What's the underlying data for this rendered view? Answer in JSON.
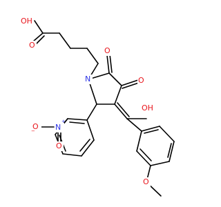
{
  "diagram": {
    "colors": {
      "bond": "#000000",
      "oxygen": "#e8141b",
      "nitrogen": "#2d34e6",
      "background": "#ffffff"
    },
    "labels": {
      "carboxylic_oh": "OH",
      "carboxylic_o": "O",
      "ring_n": "N",
      "carbonyl_o1": "O",
      "carbonyl_o2": "O",
      "enol_oh": "OH",
      "nitro_n": "N",
      "nitro_n_charge": "+",
      "nitro_o_left": "O",
      "nitro_o_left_charge": "−",
      "nitro_o_bottom": "O",
      "methoxy_o": "O"
    }
  }
}
